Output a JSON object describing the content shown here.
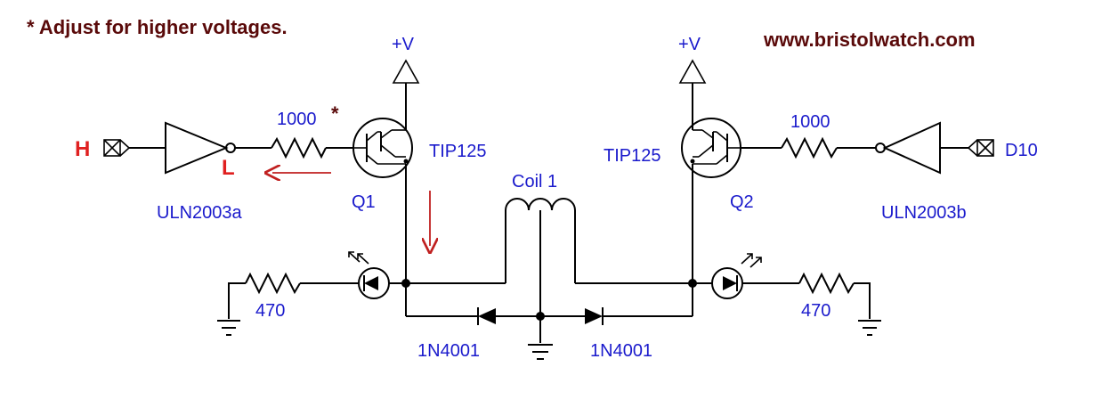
{
  "notes": {
    "adjust": "* Adjust for higher voltages.",
    "website": "www.bristolwatch.com",
    "asterisk": "*"
  },
  "supplies": {
    "left": "+V",
    "right": "+V"
  },
  "left_side": {
    "input_high": "H",
    "output_low": "L",
    "driver": "ULN2003a",
    "base_resistor": "1000",
    "transistor_type": "TIP125",
    "transistor_ref": "Q1",
    "led_resistor": "470",
    "diode": "1N4001"
  },
  "right_side": {
    "input_pin": "D10",
    "driver": "ULN2003b",
    "base_resistor": "1000",
    "transistor_type": "TIP125",
    "transistor_ref": "Q2",
    "led_resistor": "470",
    "diode": "1N4001"
  },
  "coil": {
    "label": "Coil 1"
  },
  "colors": {
    "label": "#1a1acc",
    "title": "#5a0a0a",
    "highlight": "#e02020",
    "arrow": "#c02020"
  }
}
